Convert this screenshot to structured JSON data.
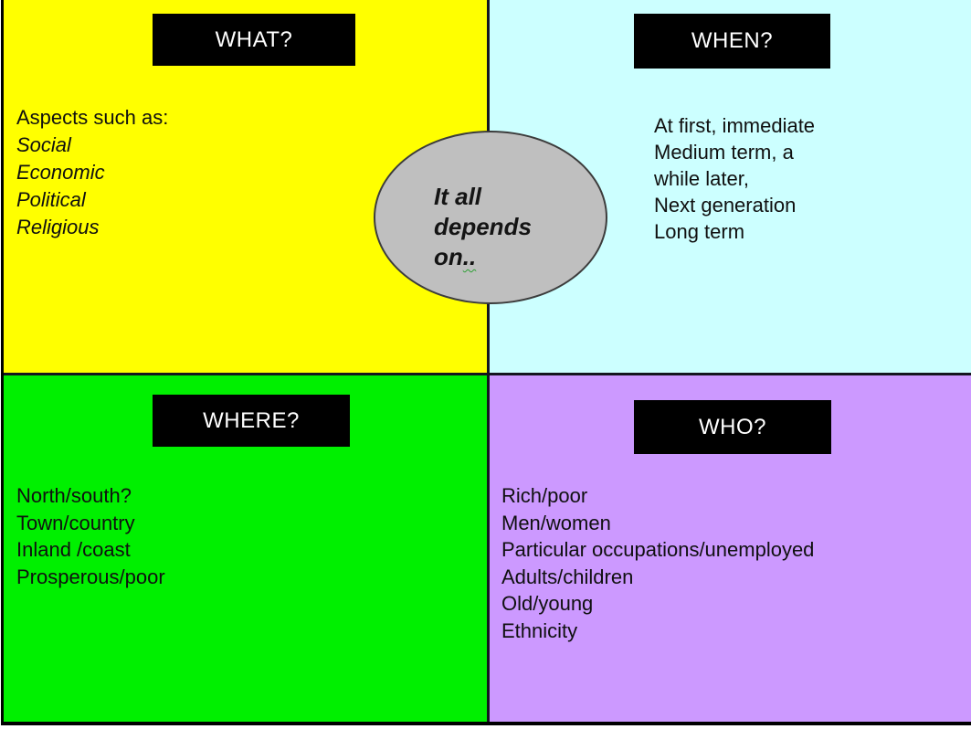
{
  "slide": {
    "bubble": {
      "line1": "It all",
      "line2": "depends",
      "line3_word": "on",
      "line3_dots": "..",
      "fill_color": "#bfbfbf",
      "squiggle_color": "#2ca033"
    },
    "quadrants": {
      "what": {
        "header": "WHAT?",
        "bg_color": "#ffff00",
        "intro": "Aspects such as:",
        "items": [
          "Social",
          "Economic",
          "Political",
          "Religious"
        ]
      },
      "when": {
        "header": "WHEN?",
        "bg_color": "#ccffff",
        "lines": [
          "At first, immediate",
          "Medium term, a",
          "while later,",
          "Next generation",
          "Long term"
        ]
      },
      "where": {
        "header": "WHERE?",
        "bg_color": "#00f000",
        "lines": [
          "North/south?",
          "Town/country",
          "Inland /coast",
          "Prosperous/poor"
        ]
      },
      "who": {
        "header": "WHO?",
        "bg_color": "#cc99ff",
        "lines": [
          "Rich/poor",
          "Men/women",
          "Particular occupations/unemployed",
          "Adults/children",
          "Old/young",
          "Ethnicity"
        ]
      }
    },
    "colors": {
      "divider": "#15151f",
      "header_bg": "#000000",
      "header_text": "#ffffff",
      "outer_border": "#000000"
    }
  }
}
